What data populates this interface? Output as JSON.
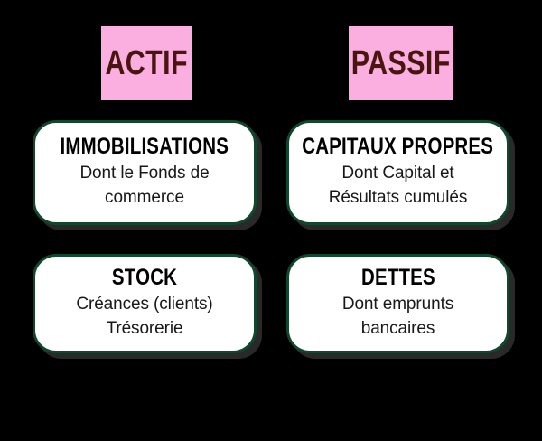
{
  "theme": {
    "background": "#000000",
    "pill_bg": "#FBAEE0",
    "pill_text": "#48150F",
    "card_bg": "#FFFFFF",
    "card_border": "#11472F",
    "title_text": "#000000",
    "body_text": "#17181A"
  },
  "columns": [
    {
      "id": "actif",
      "label": "ACTIF"
    },
    {
      "id": "passif",
      "label": "PASSIF"
    }
  ],
  "cards": [
    {
      "id": "immobilisations",
      "column": "actif",
      "title": "IMMOBILISATIONS",
      "body_lines": [
        "Dont le Fonds de",
        "commerce"
      ],
      "body": "Dont le Fonds de commerce"
    },
    {
      "id": "capitaux-propres",
      "column": "passif",
      "title": "CAPITAUX PROPRES",
      "body_lines": [
        "Dont Capital et",
        "Résultats cumulés"
      ],
      "body": "Dont Capital et Résultats cumulés"
    },
    {
      "id": "stock",
      "column": "actif",
      "title": "STOCK",
      "body_lines": [
        "Créances (clients)",
        "Trésorerie"
      ],
      "body": "Créances (clients) Trésorerie"
    },
    {
      "id": "dettes",
      "column": "passif",
      "title": "DETTES",
      "body_lines": [
        "Dont emprunts",
        "bancaires"
      ],
      "body": "Dont emprunts bancaires"
    }
  ]
}
